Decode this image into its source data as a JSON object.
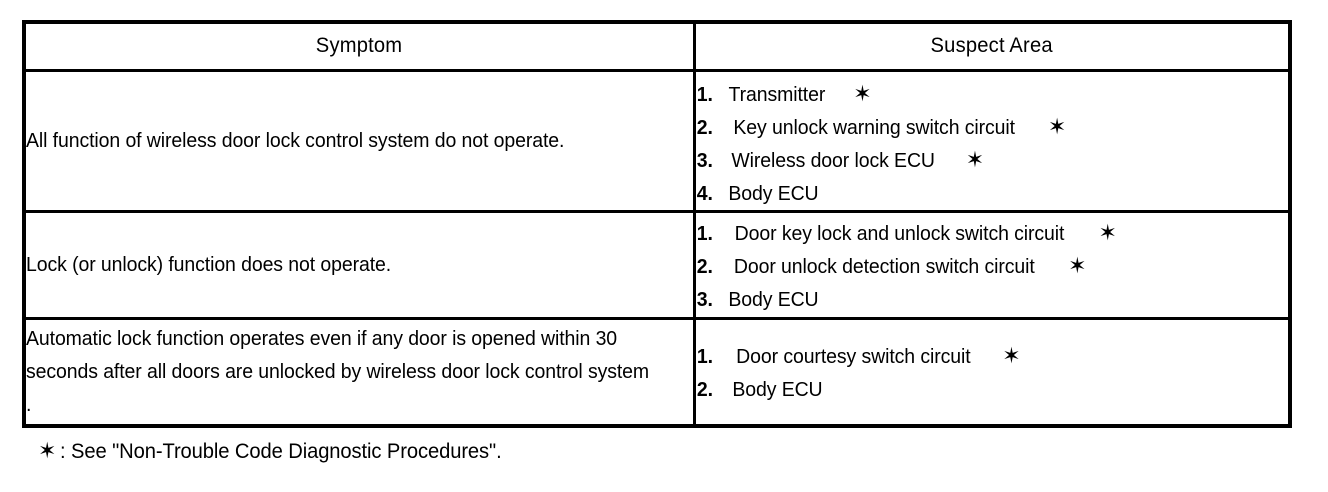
{
  "table": {
    "headers": {
      "symptom": "Symptom",
      "suspect_area": "Suspect Area"
    },
    "rows": [
      {
        "symptom": "All function of wireless door lock control system do not operate.",
        "suspect_area": [
          {
            "num": "1.",
            "label": "Transmitter",
            "footnote_mark": "✶"
          },
          {
            "num": "2.",
            "label": "Key unlock warning switch circuit",
            "footnote_mark": "✶"
          },
          {
            "num": "3.",
            "label": "Wireless door lock ECU",
            "footnote_mark": "✶"
          },
          {
            "num": "4.",
            "label": "Body ECU",
            "footnote_mark": ""
          }
        ]
      },
      {
        "symptom": "Lock (or unlock) function does not operate.",
        "suspect_area": [
          {
            "num": "1.",
            "label": "Door key lock and unlock switch circuit",
            "footnote_mark": "✶"
          },
          {
            "num": "2.",
            "label": "Door unlock detection switch circuit",
            "footnote_mark": "✶"
          },
          {
            "num": "3.",
            "label": "Body ECU",
            "footnote_mark": ""
          }
        ]
      },
      {
        "symptom": "Automatic lock function operates even if any door is opened within 30 seconds after all doors are unlocked by wireless door lock control system .",
        "suspect_area": [
          {
            "num": "1.",
            "label": "Door courtesy switch circuit",
            "footnote_mark": "✶"
          },
          {
            "num": "2.",
            "label": "Body ECU",
            "footnote_mark": ""
          }
        ]
      }
    ]
  },
  "footnote": {
    "mark": "✶",
    "text": ": See \"Non-Trouble Code Diagnostic Procedures\"."
  },
  "colors": {
    "ink": "#000000",
    "paper": "#ffffff"
  }
}
